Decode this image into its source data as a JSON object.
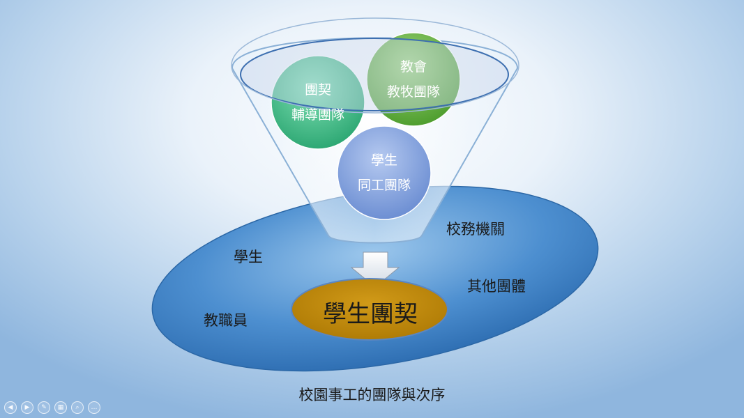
{
  "diagram": {
    "bubbles": [
      {
        "line1": "團契",
        "line2": "輔導團隊",
        "color": "#3fbf8a"
      },
      {
        "line1": "教會",
        "line2": "教牧團隊",
        "color": "#6ab74a"
      },
      {
        "line1": "學生",
        "line2": "同工團隊",
        "color": "#7f9fdc"
      }
    ],
    "outer_labels": {
      "top_right": "校務機關",
      "left_top": "學生",
      "right_middle": "其他團體",
      "left_bottom": "教職員"
    },
    "center_label": "學生團契",
    "caption": "校園事工的團隊與次序"
  },
  "toolbar": {
    "buttons": [
      {
        "icon": "previous-icon",
        "glyph": "◀"
      },
      {
        "icon": "next-icon",
        "glyph": "▶"
      },
      {
        "icon": "pen-icon",
        "glyph": "✎"
      },
      {
        "icon": "slides-icon",
        "glyph": "▦"
      },
      {
        "icon": "zoom-icon",
        "glyph": "⌕"
      },
      {
        "icon": "more-icon",
        "glyph": "…"
      }
    ]
  }
}
